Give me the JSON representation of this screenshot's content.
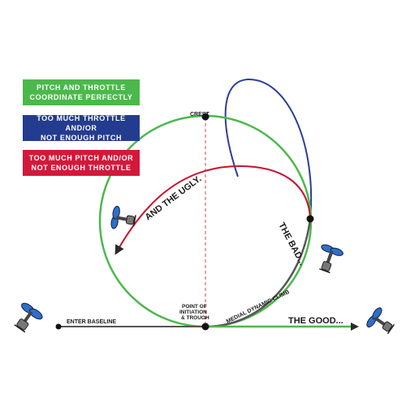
{
  "colors": {
    "good": "#4bb84b",
    "bad": "#2b3f95",
    "ugly": "#c8102e",
    "baseline": "#555555",
    "guide": "#d04a4a",
    "legend_green": "#4bb84b",
    "legend_blue": "#243c8f",
    "legend_red": "#d4183a"
  },
  "legend": {
    "green": {
      "line1": "PITCH AND THROTTLE",
      "line2": "COORDINATE PERFECTLY"
    },
    "blue": {
      "line1": "TOO MUCH THROTTLE AND/OR",
      "line2": "NOT ENOUGH PITCH"
    },
    "red": {
      "line1": "TOO MUCH PITCH AND/OR",
      "line2": "NOT ENOUGH THROTTLE"
    }
  },
  "labels": {
    "crest": "CREST",
    "and_the_ugly": "AND THE UGLY.",
    "the_bad": "THE BAD...",
    "point_of_initiation_1": "POINT OF",
    "point_of_initiation_2": "INITIATION",
    "point_of_initiation_3": "& TROUGH",
    "enter_baseline": "ENTER BASELINE",
    "medial_dynamic_climb": "MEDIAL DYNAMIC CLIMB",
    "the_good": "THE GOOD..."
  },
  "icons": [
    "helicopter-icon-entry",
    "helicopter-icon-ugly",
    "helicopter-icon-bad",
    "helicopter-icon-good"
  ]
}
